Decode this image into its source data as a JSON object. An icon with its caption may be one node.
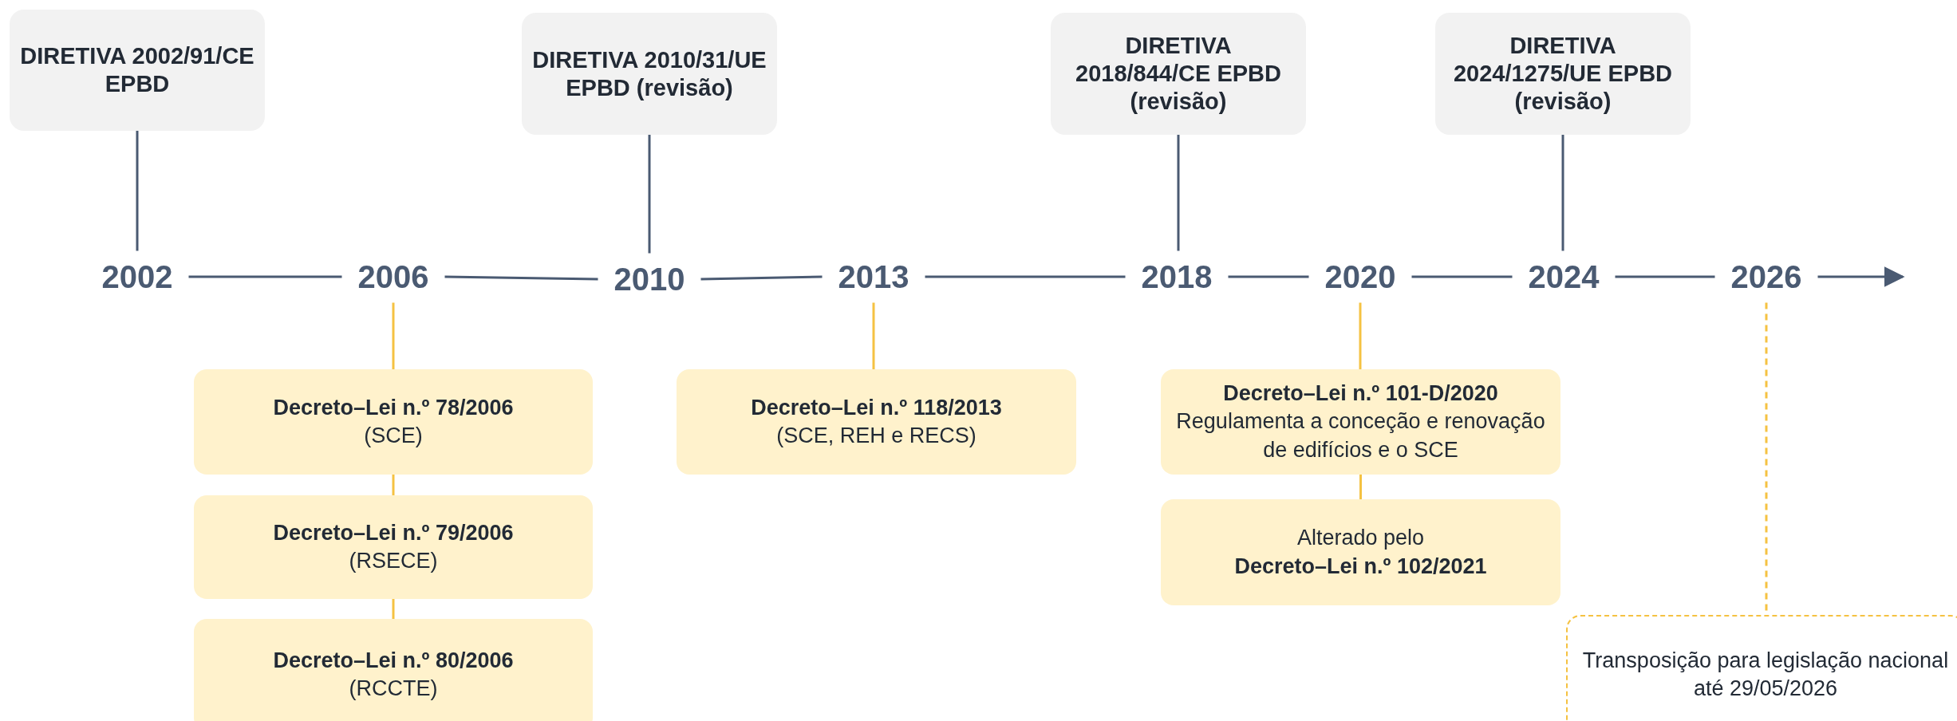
{
  "diagram": {
    "nodes": [
      {
        "text": [
          "DIRETIVA 2002/91/CE EPBD"
        ]
      },
      {
        "text": [
          "DIRETIVA 2010/31/UE EPBD (revisão)"
        ]
      },
      {
        "text": [
          "DIRETIVA 2018/844/CE EPBD (revisão)"
        ]
      },
      {
        "text": [
          "DIRETIVA 2024/1275/UE EPBD (revisão)"
        ]
      },
      {
        "text": [
          "2002"
        ]
      },
      {
        "text": [
          "2006"
        ]
      },
      {
        "text": [
          "2010"
        ]
      },
      {
        "text": [
          "2013"
        ]
      },
      {
        "text": [
          "2018"
        ]
      },
      {
        "text": [
          "2020"
        ]
      },
      {
        "text": [
          "2024"
        ]
      },
      {
        "text": [
          "2026"
        ]
      },
      {
        "text": [
          "Decreto–Lei n.º 78/2006",
          "(SCE)"
        ]
      },
      {
        "text": [
          "Decreto–Lei n.º 79/2006",
          "(RSECE)"
        ]
      },
      {
        "text": [
          "Decreto–Lei n.º 80/2006",
          "(RCCTE)"
        ]
      },
      {
        "text": [
          "Decreto–Lei n.º 118/2013",
          "(SCE, REH e RECS)"
        ]
      },
      {
        "text": [
          "Decreto–Lei n.º 101-D/2020",
          "Regulamenta a conceção e renovação de edifícios e o SCE"
        ]
      },
      {
        "text": [
          "Alterado pelo",
          "Decreto–Lei n.º 102/2021"
        ]
      },
      {
        "text": [
          "Transposição para legislação nacional até 29/05/2026"
        ]
      }
    ],
    "edges": [
      {
        "from": 0,
        "to": 4,
        "arrow": "none"
      },
      {
        "from": 1,
        "to": 6,
        "arrow": "none"
      },
      {
        "from": 2,
        "to": 8,
        "arrow": "none"
      },
      {
        "from": 3,
        "to": 10,
        "arrow": "none"
      },
      {
        "from": 4,
        "to": 5,
        "arrow": "none"
      },
      {
        "from": 5,
        "to": 6,
        "arrow": "none"
      },
      {
        "from": 6,
        "to": 7,
        "arrow": "none"
      },
      {
        "from": 7,
        "to": 8,
        "arrow": "none"
      },
      {
        "from": 8,
        "to": 9,
        "arrow": "none"
      },
      {
        "from": 9,
        "to": 10,
        "arrow": "none"
      },
      {
        "from": 10,
        "to": 11,
        "arrow": "none"
      },
      {
        "from": 11,
        "to": null,
        "arrow": "to"
      },
      {
        "from": 5,
        "to": 12,
        "arrow": "none",
        "color": "#f5c242"
      },
      {
        "from": 12,
        "to": 13,
        "arrow": "none",
        "color": "#f5c242"
      },
      {
        "from": 13,
        "to": 14,
        "arrow": "none",
        "color": "#f5c242"
      },
      {
        "from": 7,
        "to": 15,
        "arrow": "none",
        "color": "#f5c242"
      },
      {
        "from": 9,
        "to": 16,
        "arrow": "none",
        "color": "#f5c242"
      },
      {
        "from": 16,
        "to": 17,
        "arrow": "none",
        "color": "#f5c242"
      },
      {
        "from": 11,
        "to": 18,
        "arrow": "none",
        "style": "dashed",
        "color": "#f5c242"
      }
    ]
  }
}
